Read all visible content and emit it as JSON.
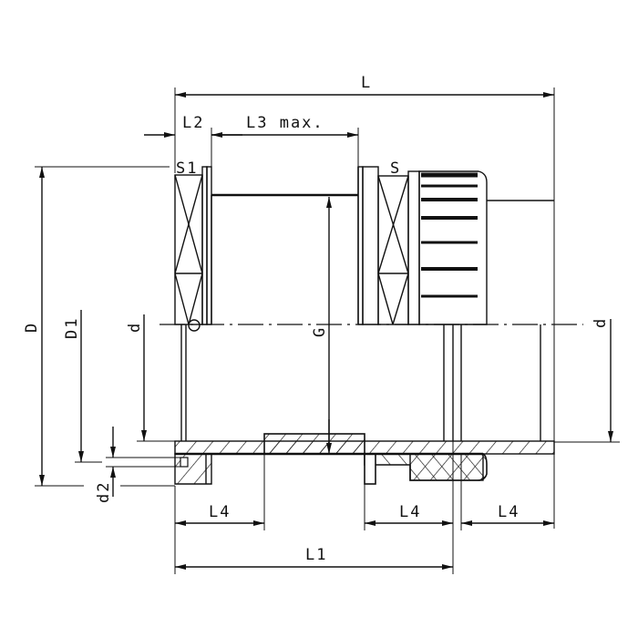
{
  "drawing": {
    "type": "technical-section-drawing",
    "subject": "pipe union fitting",
    "line_color": "#111111",
    "background": "#ffffff"
  },
  "dimensions": {
    "L": "L",
    "L1": "L1",
    "L2": "L2",
    "L3": "L3 max.",
    "L4_left": "L4",
    "L4_middle": "L4",
    "L4_right": "L4",
    "D": "D",
    "D1": "D1",
    "d_left": "d",
    "d_right": "d",
    "d2": "d2",
    "G": "G",
    "S1": "S1",
    "S": "S"
  }
}
